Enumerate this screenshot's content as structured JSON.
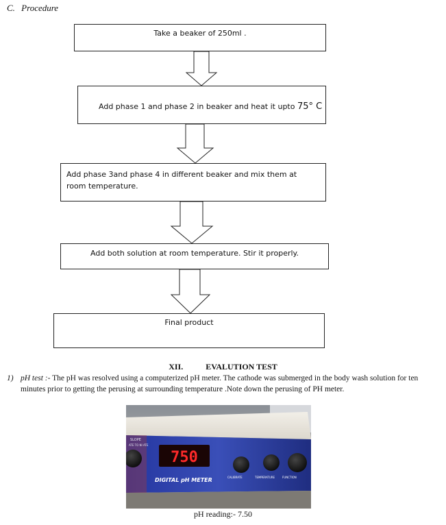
{
  "section": {
    "letter": "C.",
    "title": "Procedure"
  },
  "flow_steps": [
    {
      "text": "Take a beaker of 250ml ."
    },
    {
      "text": "Add phase 1 and phase 2 in beaker and heat it upto",
      "temp": "75° C"
    },
    {
      "text": "Add phase 3and phase 4 in different beaker and mix them at room temperature."
    },
    {
      "text": "Add both solution at room temperature. Stir it properly."
    },
    {
      "text": "Final product"
    }
  ],
  "evaluation": {
    "number": "XII.",
    "title": "EVALUTION TEST",
    "item_index": "1)",
    "item_label": "pH test :-",
    "item_text": "The pH was resolved using a computerized pH meter. The cathode was submerged in the body wash solution for ten minutes prior to getting the perusing at surrounding temperature .Note down the perusing of PH meter."
  },
  "meter_photo": {
    "display_value": "750",
    "panel_label": "DIGITAL pH METER",
    "side_label": "SLOPE",
    "side_sub": "ATE TO NI ATE",
    "knob_labels": [
      "CALIBRATE",
      "TEMPERATURE",
      "FUNCTION"
    ],
    "colors": {
      "panel": "#2d3f9e",
      "display": "#e8131a",
      "case": "#e9e6df"
    }
  },
  "caption": "pH reading:- 7.50"
}
